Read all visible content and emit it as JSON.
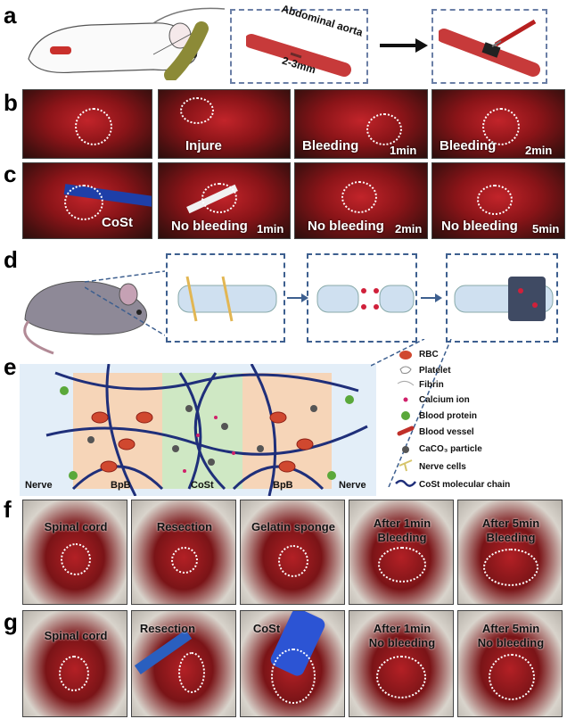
{
  "panels": {
    "a": "a",
    "b": "b",
    "c": "c",
    "d": "d",
    "e": "e",
    "f": "f",
    "g": "g"
  },
  "panel_a": {
    "vessel_label": "Abdominal aorta",
    "length_label": "2-3mm"
  },
  "panel_b": [
    "",
    "Injure",
    "Bleeding",
    "Bleeding"
  ],
  "panel_b_times": [
    "",
    "",
    "1min",
    "2min"
  ],
  "panel_c": [
    "CoSt",
    "No bleeding",
    "No bleeding",
    "No bleeding"
  ],
  "panel_c_times": [
    "",
    "1min",
    "2min",
    "5min"
  ],
  "panel_e": {
    "regions": [
      "Nerve",
      "BpB",
      "CoSt",
      "BpB",
      "Nerve"
    ],
    "legend": [
      "RBC",
      "Platelet",
      "Fibrin",
      "Calcium ion",
      "Blood protein",
      "Blood vessel",
      "CaCO₃ particle",
      "Nerve cells",
      "CoSt molecular chain"
    ]
  },
  "panel_f": [
    "Spinal cord",
    "Resection",
    "Gelatin sponge",
    "After 1min\nBleeding",
    "After 5min\nBleeding"
  ],
  "panel_g": [
    "Spinal cord",
    "Resection",
    "CoSt",
    "After 1min\nNo bleeding",
    "After 5min\nNo bleeding"
  ],
  "colors": {
    "blood": "#a3161c",
    "dash": "#3d5f8f",
    "bpb": "#f6d5b8",
    "cost": "#cfe8c4"
  }
}
